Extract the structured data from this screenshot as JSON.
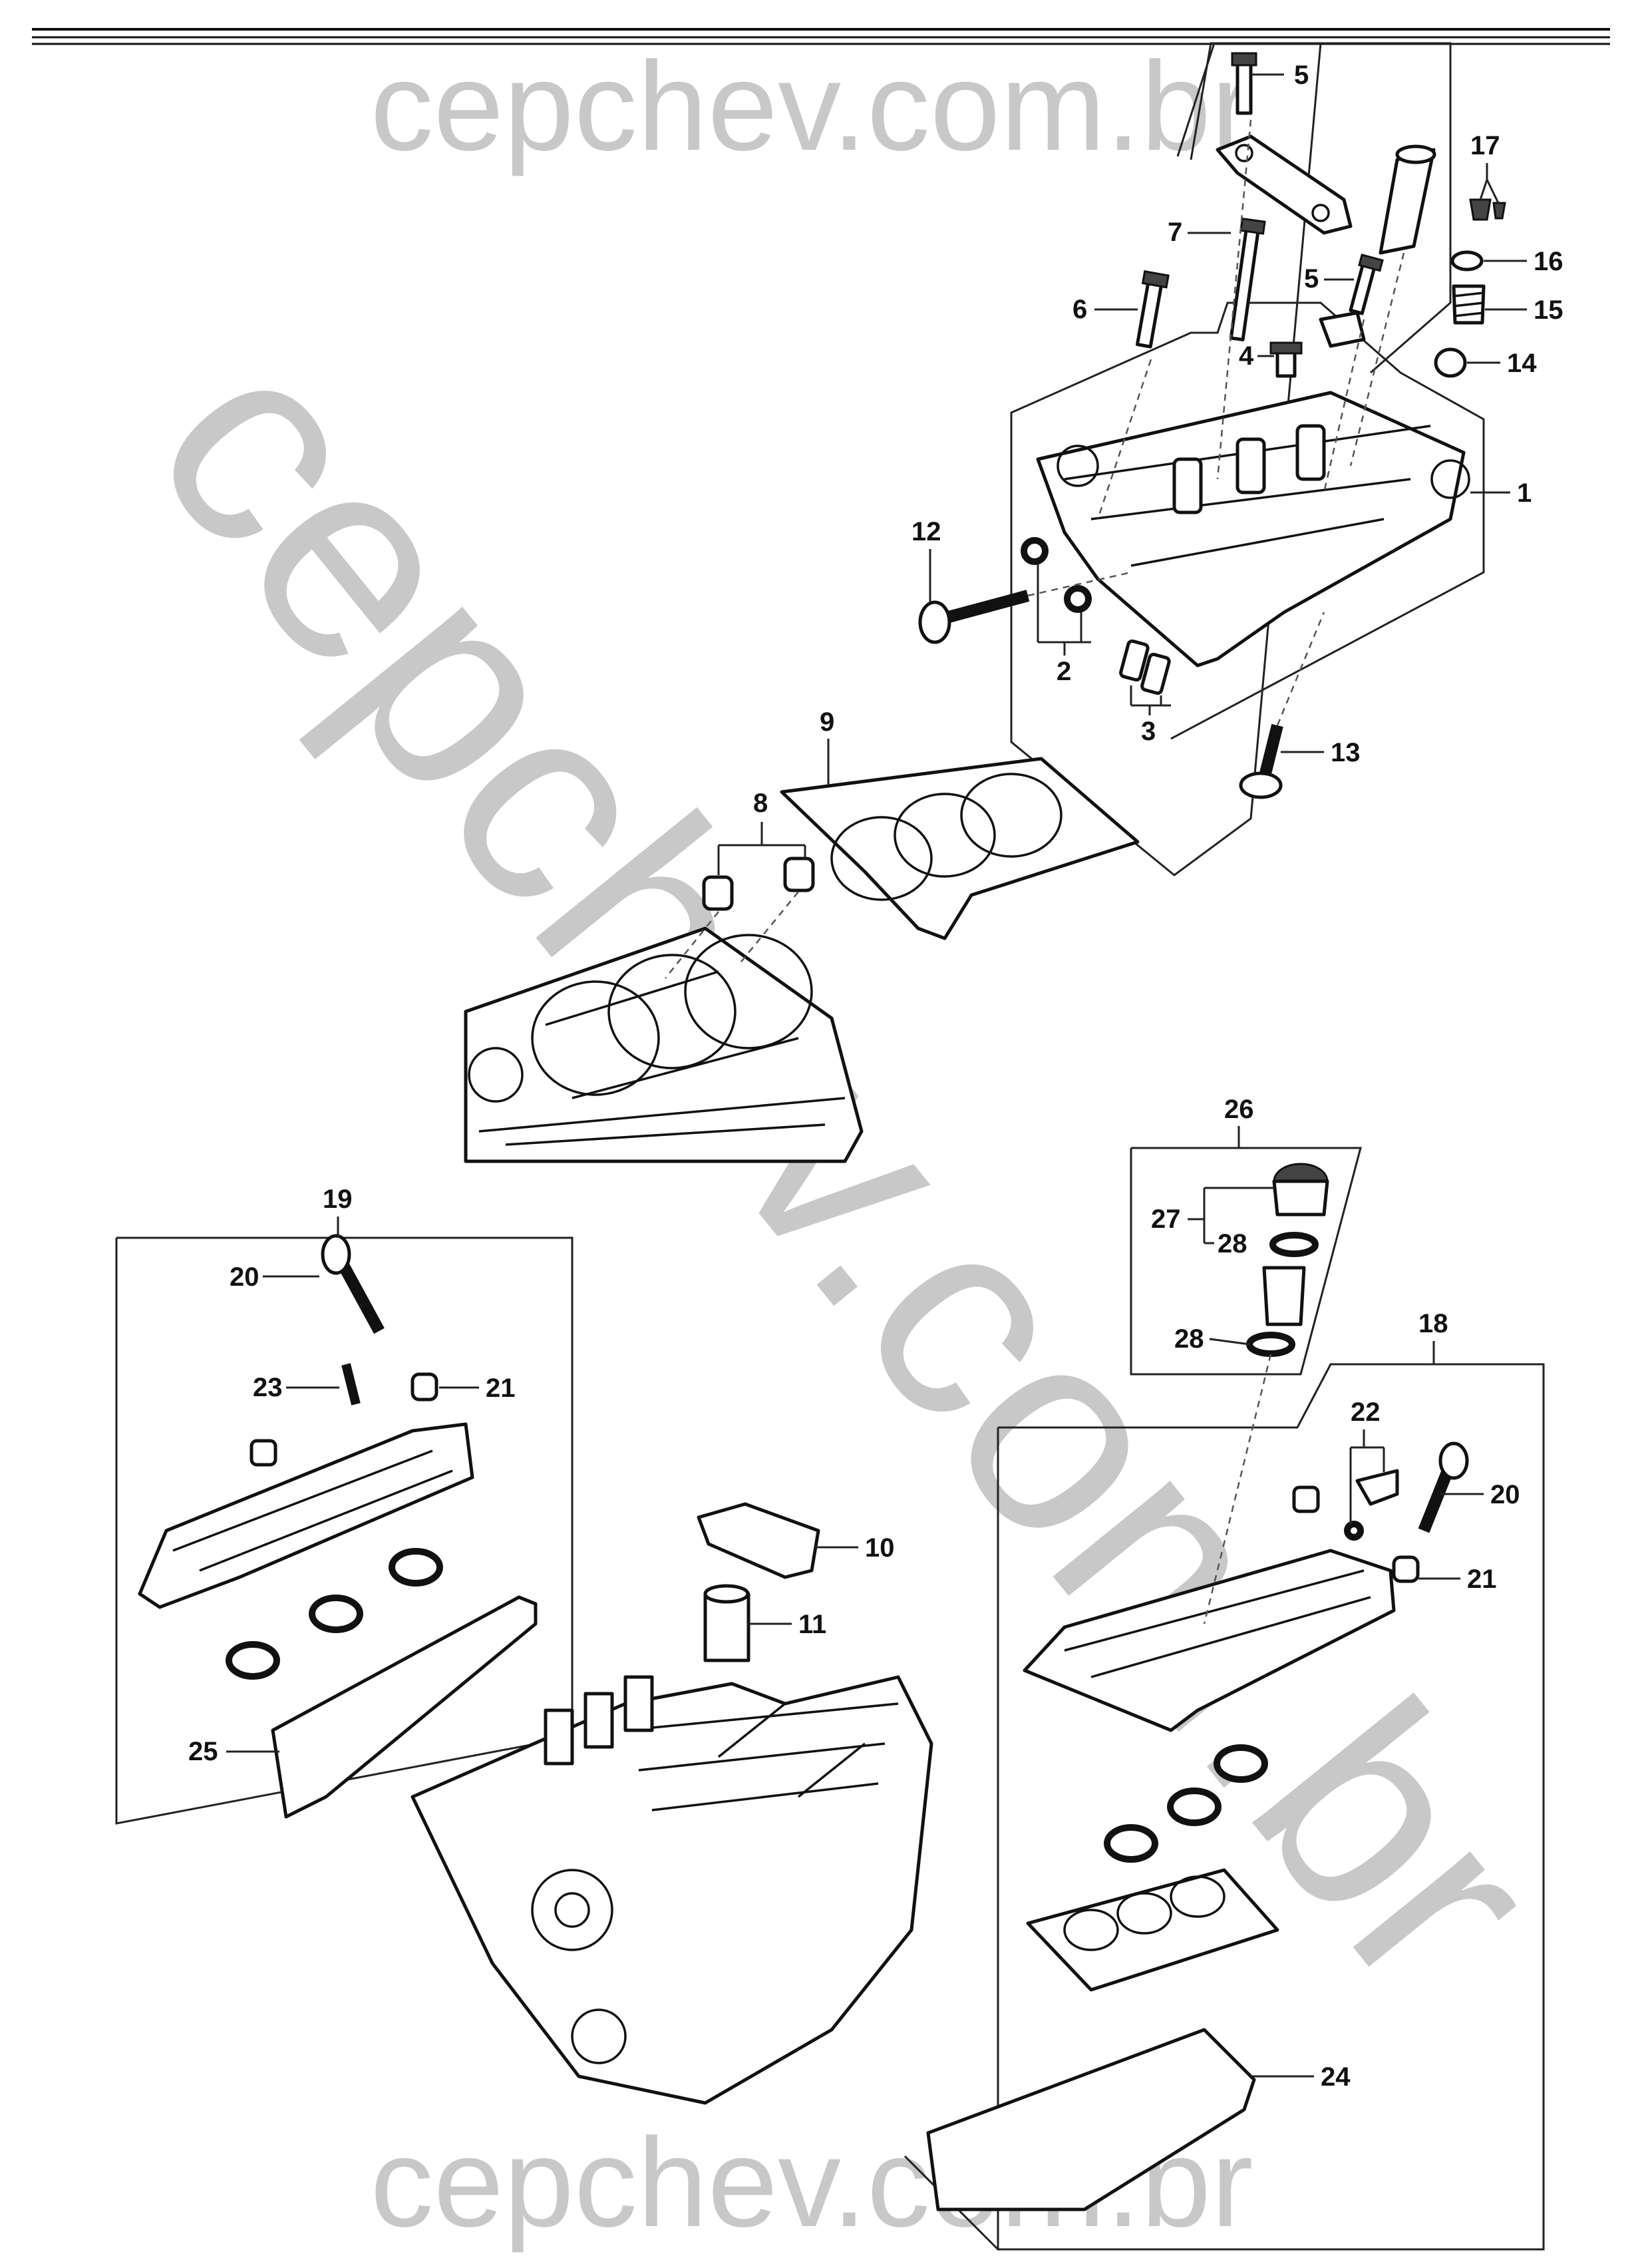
{
  "watermark": {
    "top_text": "cepchev.com.br",
    "bottom_text": "cepchev.com.br",
    "diagonal_text": "cepchev.com.br"
  },
  "callouts": {
    "c1": "1",
    "c2": "2",
    "c3": "3",
    "c4": "4",
    "c5a": "5",
    "c5b": "5",
    "c6": "6",
    "c7": "7",
    "c8": "8",
    "c9": "9",
    "c10": "10",
    "c11": "11",
    "c12": "12",
    "c13": "13",
    "c14": "14",
    "c15": "15",
    "c16": "16",
    "c17": "17",
    "c18": "18",
    "c19": "19",
    "c20a": "20",
    "c20b": "20",
    "c21a": "21",
    "c21b": "21",
    "c22": "22",
    "c23": "23",
    "c24": "24",
    "c25": "25",
    "c26": "26",
    "c27": "27",
    "c28a": "28",
    "c28b": "28"
  },
  "colors": {
    "line": "#111111",
    "watermark": "#c8c8c8",
    "background": "#ffffff"
  }
}
